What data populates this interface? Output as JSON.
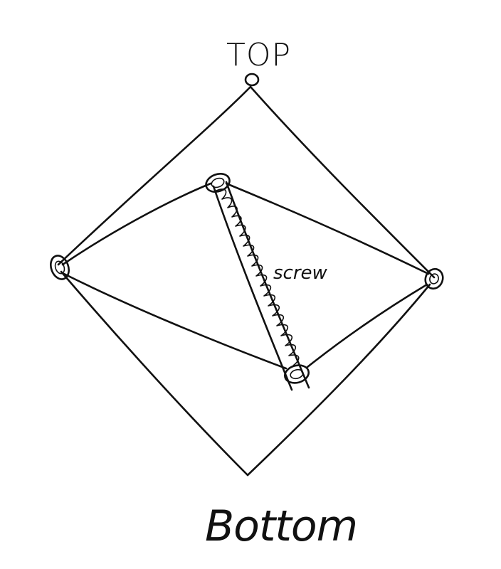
{
  "labels": {
    "top": "TOP",
    "screw": "screw",
    "bottom": "Bottom"
  },
  "colors": {
    "ink": "#111111",
    "paper": "#ffffff"
  }
}
